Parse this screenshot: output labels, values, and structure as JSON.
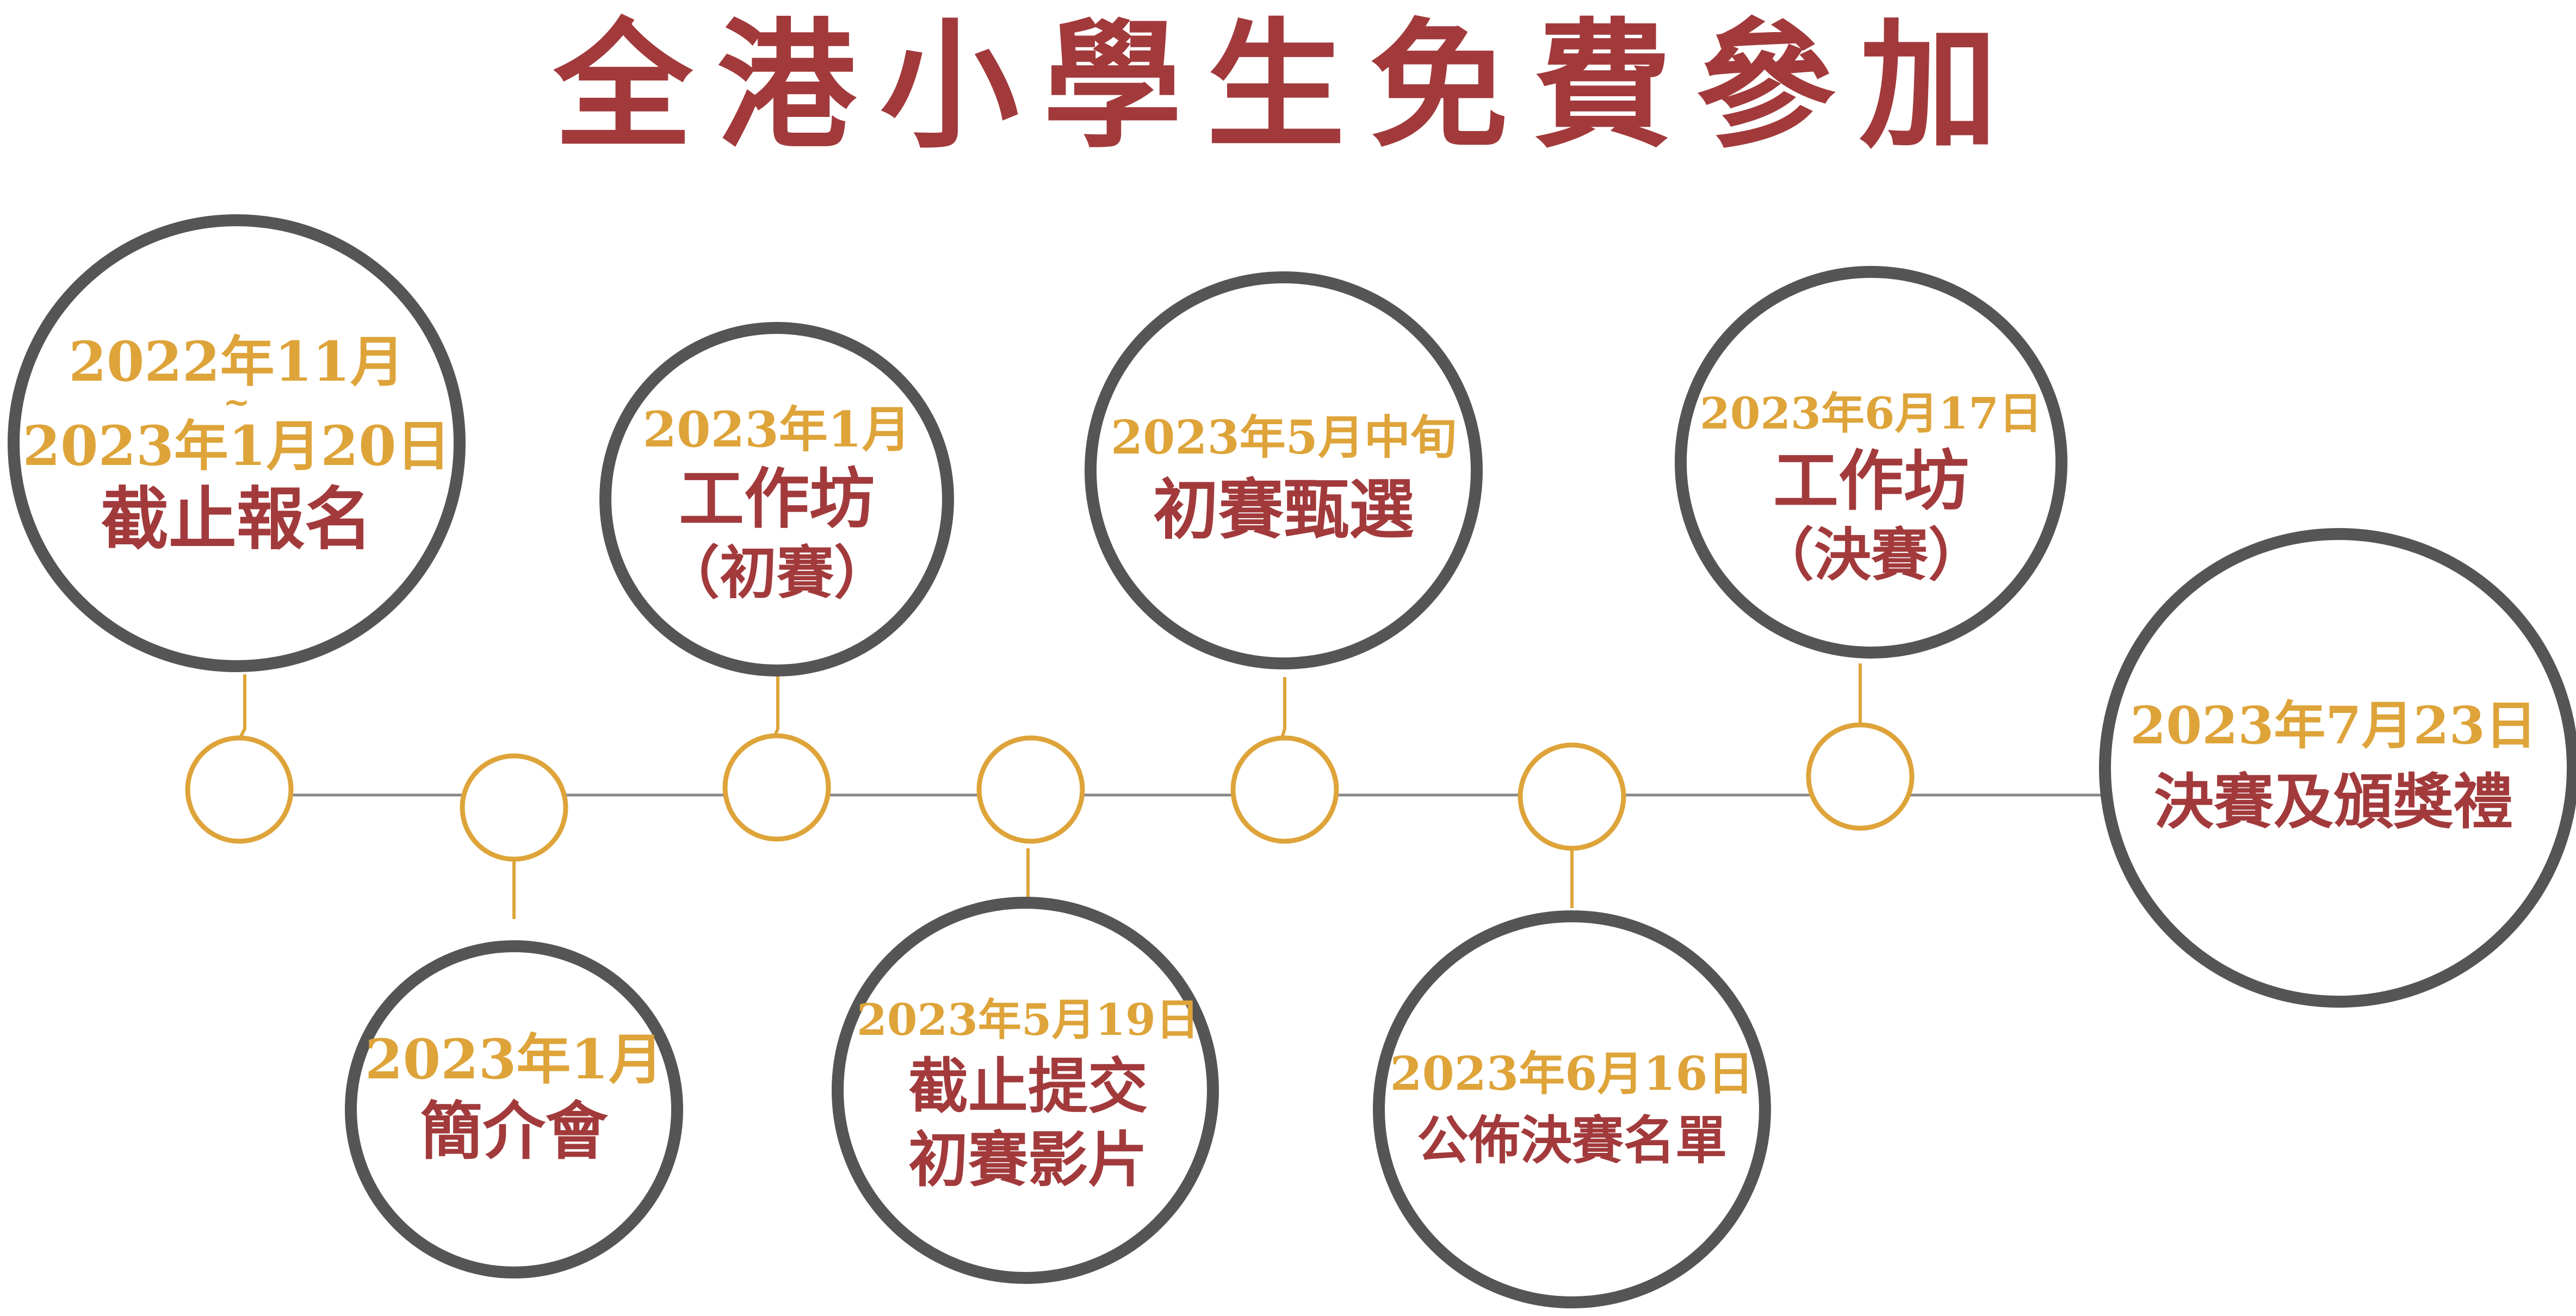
{
  "title": "全港小學生免費參加",
  "colors": {
    "title": "#a23a3c",
    "date": "#dea43a",
    "label": "#a23a3c",
    "ring": "#555555",
    "node": "#dea43a",
    "line": "#888888"
  },
  "milestones": [
    {
      "date_start": "2022年11月",
      "date_sep": "~",
      "date_end": "2023年1月20日",
      "label": "截止報名"
    },
    {
      "date": "2023年1月",
      "label": "簡介會"
    },
    {
      "date": "2023年1月",
      "label": "工作坊",
      "sublabel": "（初賽）"
    },
    {
      "date": "2023年5月19日",
      "label": "截止提交",
      "sublabel": "初賽影片"
    },
    {
      "date": "2023年5月中旬",
      "label": "初賽甄選"
    },
    {
      "date": "2023年6月16日",
      "label": "公佈決賽名單"
    },
    {
      "date": "2023年6月17日",
      "label": "工作坊",
      "sublabel": "（決賽）"
    },
    {
      "date": "2023年7月23日",
      "label": "決賽及頒獎禮"
    }
  ]
}
